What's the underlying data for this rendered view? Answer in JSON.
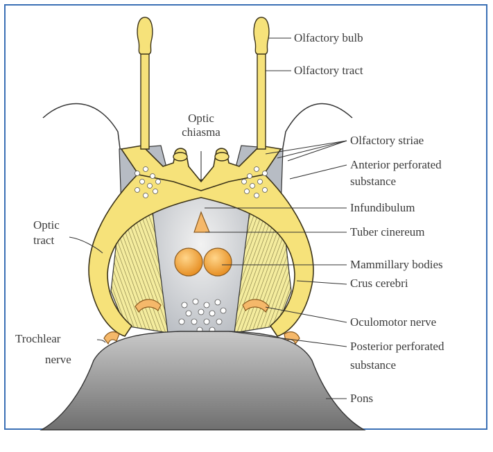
{
  "colors": {
    "border": "#3a6fb5",
    "yellow": "#f6e27a",
    "yellow_stroke": "#3a3218",
    "gray_center": "#cfd2d6",
    "hatch": "#e8dc8a",
    "orange": "#f2a23a",
    "pons_top": "#bdbdbd",
    "pons_bottom": "#7d7d7d"
  },
  "labels": {
    "olfactory_bulb": "Olfactory bulb",
    "olfactory_tract": "Olfactory tract",
    "optic_chiasma_1": "Optic",
    "optic_chiasma_2": "chiasma",
    "olfactory_striae": "Olfactory striae",
    "anterior_perforated_1": "Anterior perforated",
    "anterior_perforated_2": "substance",
    "infundibulum": "Infundibulum",
    "tuber_cinereum": "Tuber cinereum",
    "mammillary_bodies": "Mammillary bodies",
    "crus_cerebri": "Crus cerebri",
    "optic_tract_1": "Optic",
    "optic_tract_2": "tract",
    "oculomotor_nerve": "Oculomotor nerve",
    "trochlear_nerve_1": "Trochlear",
    "trochlear_nerve_2": "nerve",
    "posterior_perforated_1": "Posterior perforated",
    "posterior_perforated_2": "substance",
    "pons": "Pons"
  }
}
